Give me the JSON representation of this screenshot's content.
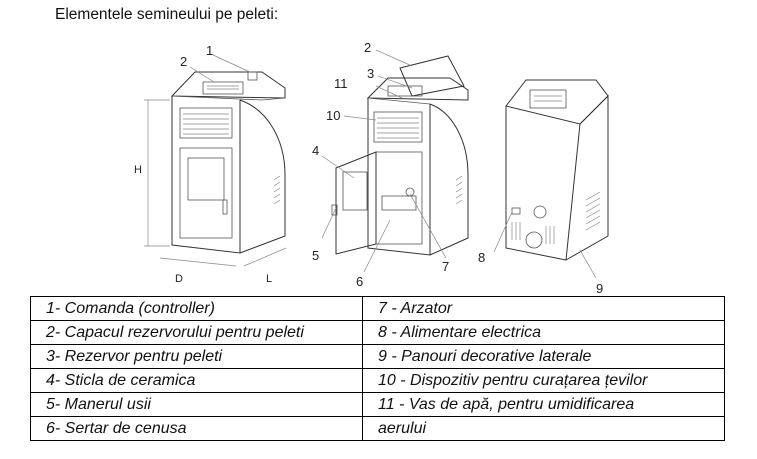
{
  "title": "Elementele semineului pe peleti:",
  "figure": {
    "dimension_labels": {
      "height": "H",
      "depth": "D",
      "width": "L"
    },
    "callouts": [
      "1",
      "2",
      "2",
      "3",
      "11",
      "10",
      "4",
      "5",
      "6",
      "7",
      "8",
      "9"
    ]
  },
  "legend": {
    "rows": [
      [
        "1- Comanda (controller)",
        "7 - Arzator"
      ],
      [
        "2- Capacul rezervorului pentru peleti",
        "8 - Alimentare electrica"
      ],
      [
        "3- Rezervor pentru peleti",
        "9 - Panouri decorative laterale"
      ],
      [
        "4- Sticla de ceramica",
        "10 - Dispozitiv pentru curațarea țevilor"
      ],
      [
        "5- Manerul usii",
        "11 - Vas de apă, pentru umidificarea"
      ],
      [
        "6- Sertar de cenusa",
        "aerului"
      ]
    ]
  }
}
